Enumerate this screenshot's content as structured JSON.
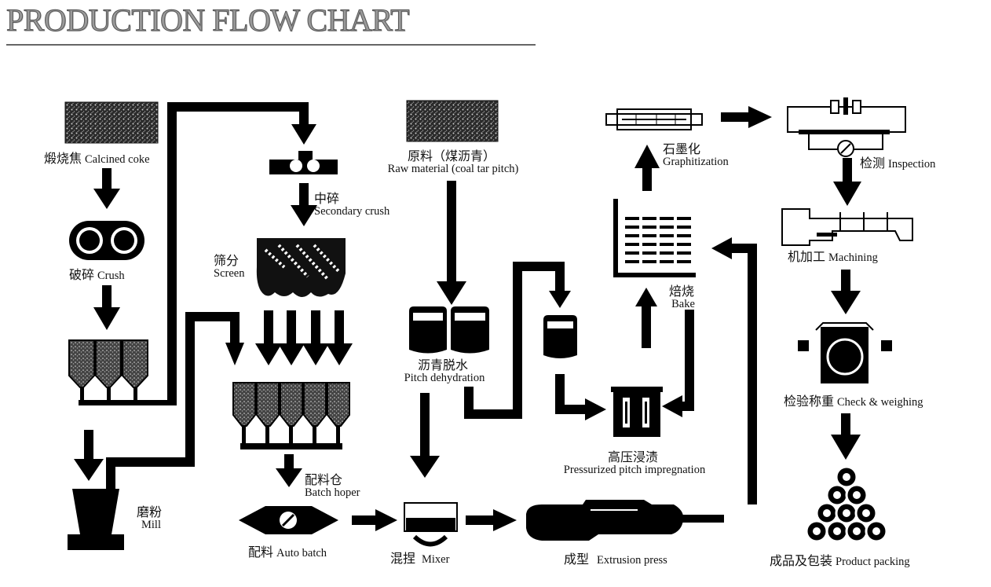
{
  "title": "PRODUCTION FLOW CHART",
  "steps": {
    "calcined_coke": {
      "zh": "煅烧焦",
      "en": "Calcined coke"
    },
    "crush": {
      "zh": "破碎",
      "en": "Crush"
    },
    "secondary_crush": {
      "zh": "中碎",
      "en": "Secondary crush"
    },
    "screen": {
      "zh": "筛分",
      "en": "Screen"
    },
    "mill": {
      "zh": "磨粉",
      "en": "Mill"
    },
    "batch_hoper": {
      "zh": "配料仓",
      "en": "Batch hoper"
    },
    "auto_batch": {
      "zh": "配料",
      "en": "Auto batch"
    },
    "raw_material": {
      "zh": "原料（煤沥青）",
      "en": "Raw material (coal tar pitch)"
    },
    "pitch_dehydration": {
      "zh": "沥青脱水",
      "en": "Pitch dehydration"
    },
    "mixer": {
      "zh": "混捏",
      "en": "Mixer"
    },
    "extrusion": {
      "zh": "成型",
      "en": "Extrusion press"
    },
    "impregnation": {
      "zh": "高压浸渍",
      "en": "Pressurized pitch impregnation"
    },
    "bake": {
      "zh": "焙烧",
      "en": "Bake"
    },
    "graphitization": {
      "zh": "石墨化",
      "en": "Graphitization"
    },
    "inspection": {
      "zh": "检测",
      "en": "Inspection"
    },
    "machining": {
      "zh": "机加工",
      "en": "Machining"
    },
    "check_weighing": {
      "zh": "检验称重",
      "en": "Check & weighing"
    },
    "packing": {
      "zh": "成品及包装",
      "en": "Product packing"
    }
  }
}
